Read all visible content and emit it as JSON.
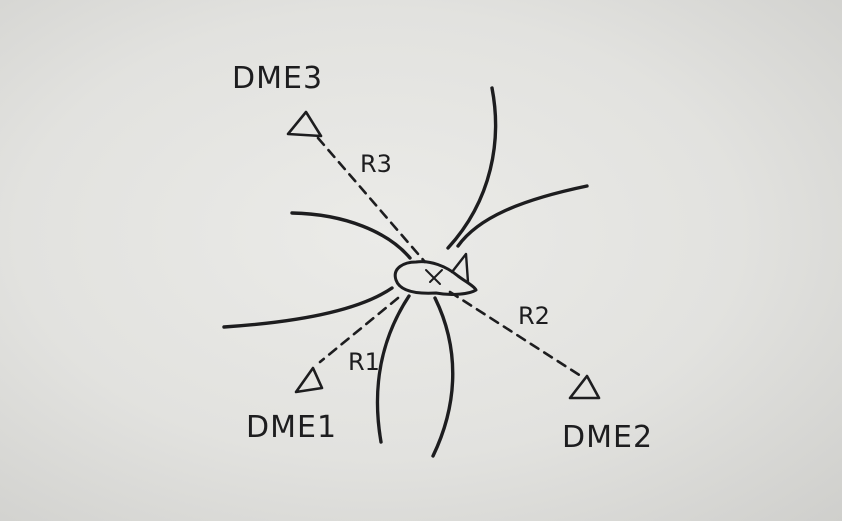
{
  "diagram": {
    "stations": [
      {
        "name": "DME3",
        "range_label": "R3"
      },
      {
        "name": "DME2",
        "range_label": "R2"
      },
      {
        "name": "DME1",
        "range_label": "R1"
      }
    ],
    "aircraft": {
      "icon": "aircraft-icon"
    },
    "colors": {
      "ink": "#1d1d1f",
      "paper": "#e6e6e3"
    }
  }
}
